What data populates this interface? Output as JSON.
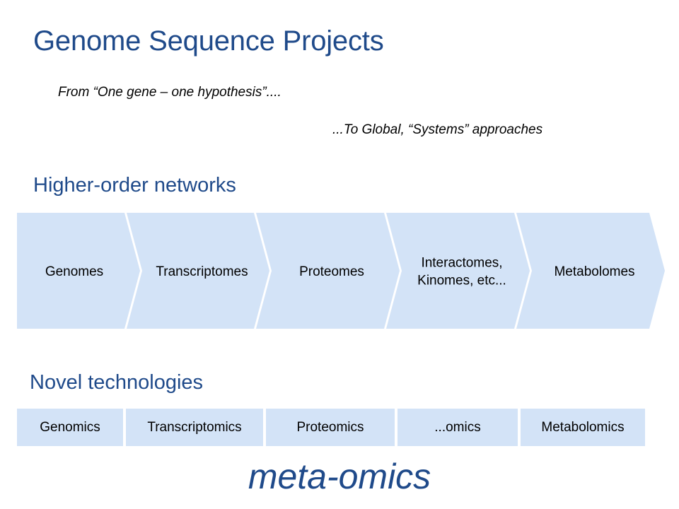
{
  "title": "Genome Sequence Projects",
  "subtitle_left": "From “One gene – one hypothesis”....",
  "subtitle_right": "...To Global, “Systems” approaches",
  "networks": {
    "heading": "Higher-order networks",
    "items": [
      {
        "lines": [
          "Genomes"
        ]
      },
      {
        "lines": [
          "Transcriptomes"
        ]
      },
      {
        "lines": [
          "Proteomes"
        ]
      },
      {
        "lines": [
          "Interactomes,",
          "Kinomes, etc..."
        ]
      },
      {
        "lines": [
          "Metabolomes"
        ]
      }
    ]
  },
  "technologies": {
    "heading": "Novel technologies",
    "items": [
      "Genomics",
      "Transcriptomics",
      "Proteomics",
      "...omics",
      "Metabolomics"
    ]
  },
  "footer": "meta-omics",
  "colors": {
    "accent_blue": "#1f4a8a",
    "box_fill": "#d3e3f7"
  }
}
